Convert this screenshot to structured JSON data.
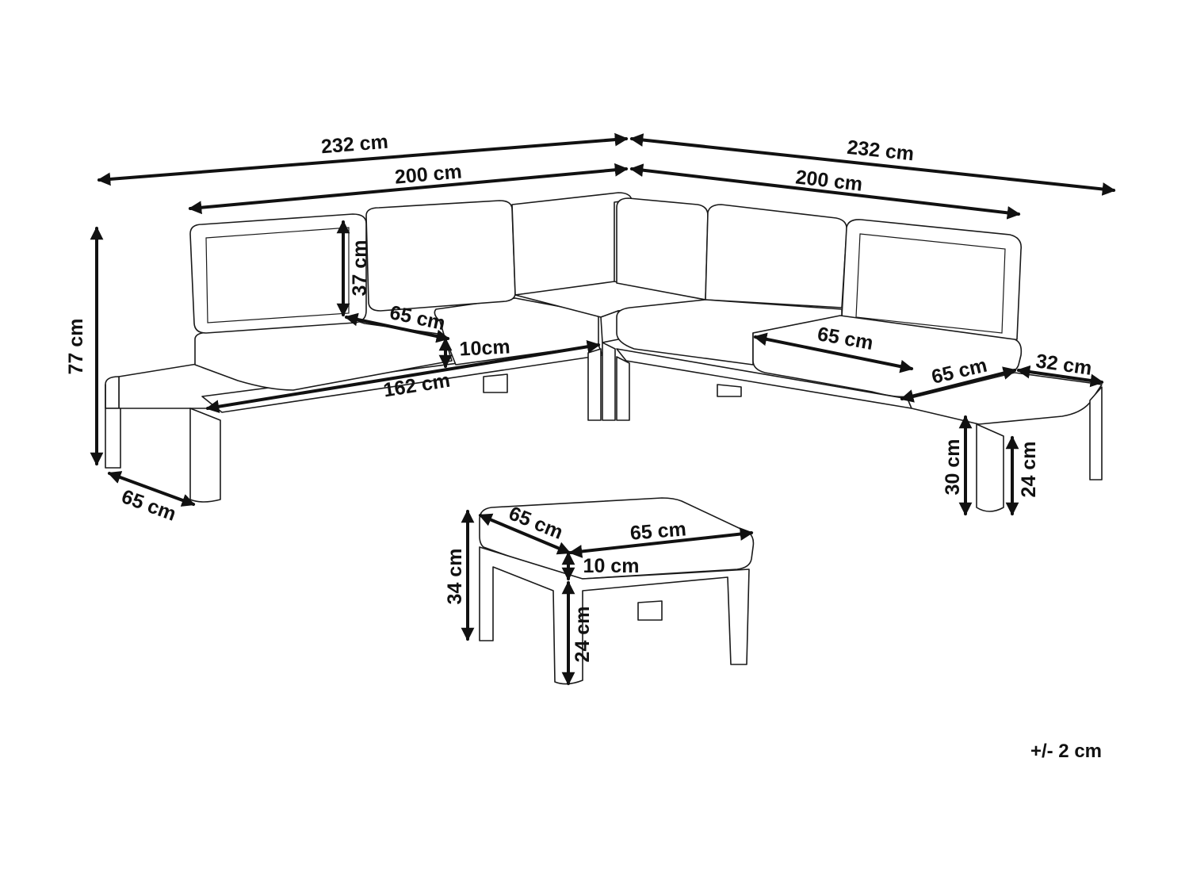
{
  "dimensions": {
    "left_total_width": "232 cm",
    "left_seat_width": "200 cm",
    "right_total_width": "232 cm",
    "right_seat_width": "200 cm",
    "overall_height": "77 cm",
    "backrest_height": "37 cm",
    "left_seat_depth": "65 cm",
    "left_cushion_thickness": "10cm",
    "left_frame_length": "162 cm",
    "left_table_depth": "65 cm",
    "right_seat_depth": "65 cm",
    "right_frame_depth": "65 cm",
    "right_table_width": "32 cm",
    "right_seat_height": "30 cm",
    "right_leg_height": "24 cm",
    "ottoman_depth": "65 cm",
    "ottoman_width": "65 cm",
    "ottoman_cushion_thickness": "10 cm",
    "ottoman_height": "34 cm",
    "ottoman_leg_height": "24 cm"
  },
  "tolerance_note": "+/- 2 cm"
}
